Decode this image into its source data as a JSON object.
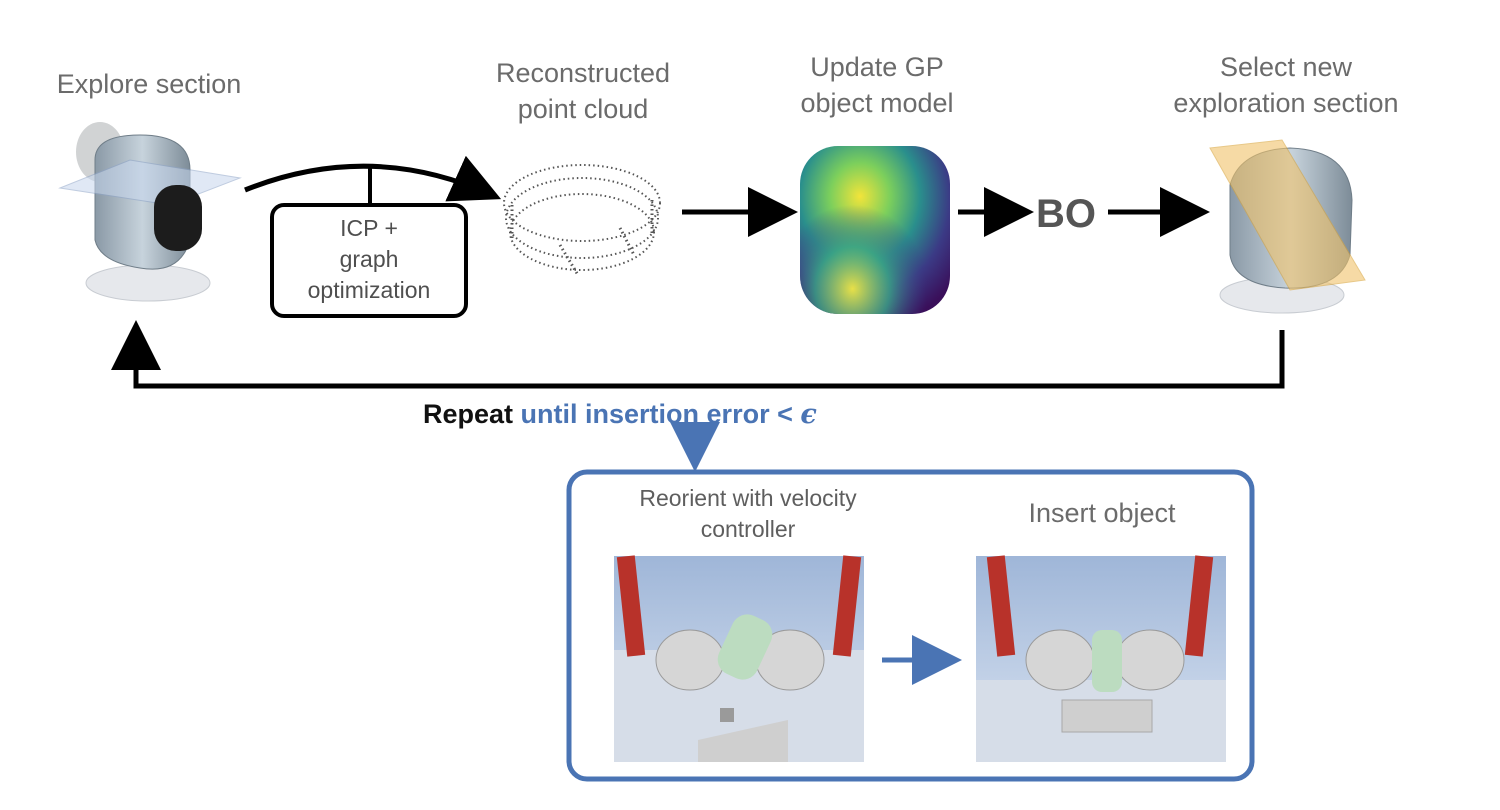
{
  "steps": {
    "explore": "Explore section",
    "reconstructed_1": "Reconstructed",
    "reconstructed_2": "point cloud",
    "update_1": "Update GP",
    "update_2": "object model",
    "select_1": "Select new",
    "select_2": "exploration section"
  },
  "icp_box": {
    "line1": "ICP +",
    "line2": "graph",
    "line3": "optimization"
  },
  "bo_label": "BO",
  "repeat": {
    "prefix": "Repeat",
    "condition": "until insertion error <",
    "symbol": "ϵ"
  },
  "insertion": {
    "reorient_1": "Reorient with velocity",
    "reorient_2": "controller",
    "insert": "Insert object"
  },
  "colors": {
    "accent_blue": "#4a74b4",
    "arrow_black": "#000000",
    "label_gray": "#6b6b6b"
  }
}
